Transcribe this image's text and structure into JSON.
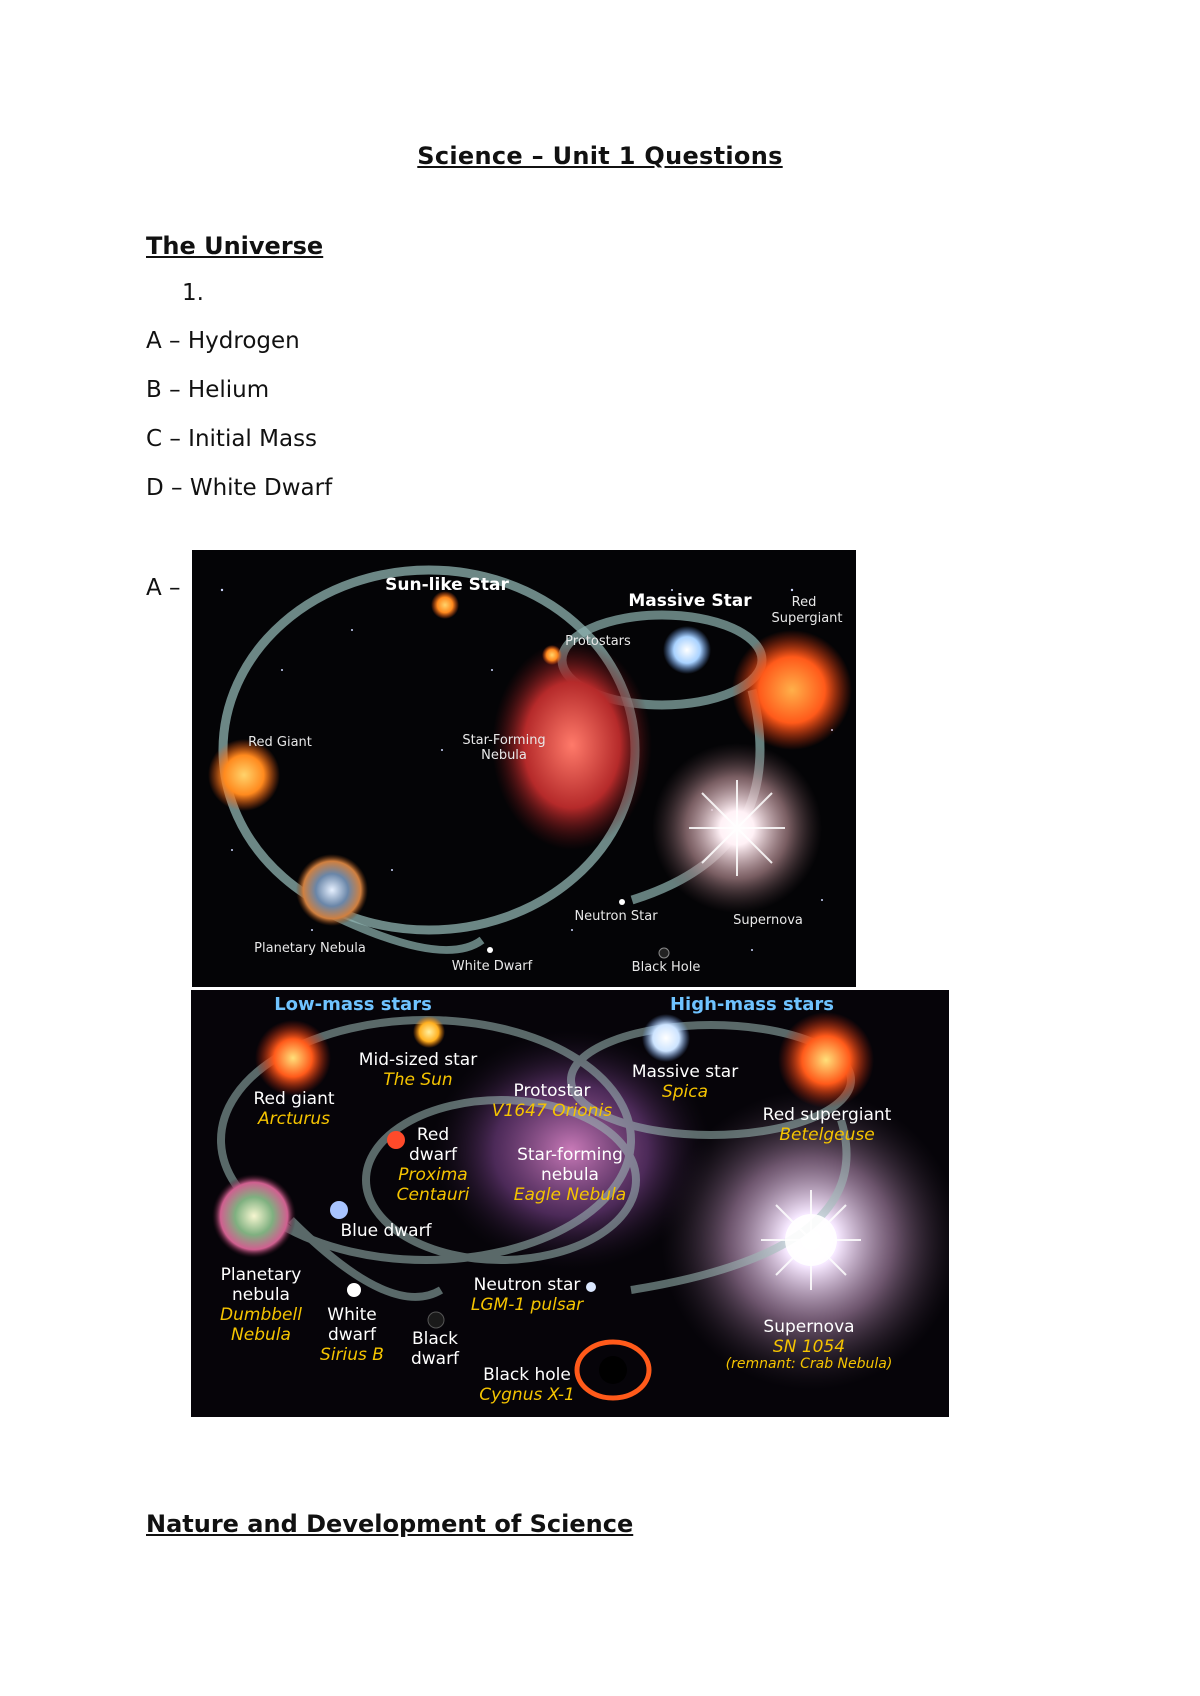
{
  "document": {
    "title": "Science – Unit 1 Questions",
    "section1": "The Universe",
    "q_number": "1.",
    "answers": [
      "A – Hydrogen",
      "B – Helium",
      "C – Initial Mass",
      "D –  White Dwarf"
    ],
    "answer_a_prefix": "A –",
    "section2": "Nature and Development of Science"
  },
  "diagram_top": {
    "labels": {
      "sun_like": "Sun-like Star",
      "massive": "Massive Star",
      "red_supergiant_1": "Red",
      "red_supergiant_2": "Supergiant",
      "protostars": "Protostars",
      "red_giant": "Red Giant",
      "star_forming_1": "Star-Forming",
      "star_forming_2": "Nebula",
      "neutron": "Neutron Star",
      "supernova": "Supernova",
      "planetary": "Planetary Nebula",
      "white_dwarf": "White Dwarf",
      "black_hole": "Black Hole"
    }
  },
  "diagram_bottom": {
    "labels": {
      "low_mass": "Low-mass stars",
      "high_mass": "High-mass stars",
      "mid_sized": "Mid-sized star",
      "the_sun": "The Sun",
      "red_giant": "Red giant",
      "arcturus": "Arcturus",
      "protostar": "Protostar",
      "v1647": "V1647 Orionis",
      "massive_star": "Massive star",
      "spica": "Spica",
      "red_supergiant": "Red supergiant",
      "betelgeuse": "Betelgeuse",
      "red_dwarf_1": "Red",
      "red_dwarf_2": "dwarf",
      "proxima_1": "Proxima",
      "proxima_2": "Centauri",
      "star_forming_1": "Star-forming",
      "star_forming_2": "nebula",
      "eagle": "Eagle Nebula",
      "blue_dwarf": "Blue dwarf",
      "planetary_1": "Planetary",
      "planetary_2": "nebula",
      "dumbbell_1": "Dumbbell",
      "dumbbell_2": "Nebula",
      "white_dwarf_1": "White",
      "white_dwarf_2": "dwarf",
      "sirius": "Sirius B",
      "black_dwarf_1": "Black",
      "black_dwarf_2": "dwarf",
      "neutron_star": "Neutron star",
      "lgm": "LGM-1 pulsar",
      "supernova": "Supernova",
      "sn1054": "SN 1054",
      "remnant": "(remnant: Crab Nebula)",
      "black_hole": "Black hole",
      "cygnus": "Cygnus X-1"
    }
  },
  "colors": {
    "gold": "#f5c400",
    "blue_heading": "#6fc3ff",
    "ring": "#8fb3b0"
  }
}
